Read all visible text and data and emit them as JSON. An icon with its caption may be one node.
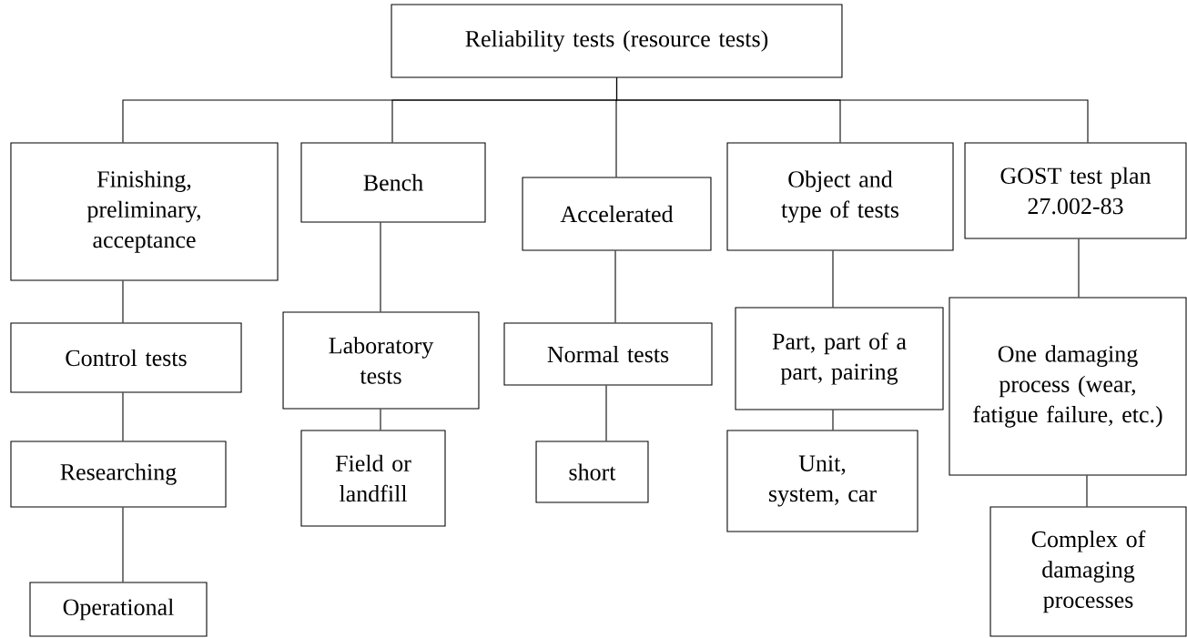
{
  "diagram": {
    "nodes": [
      {
        "text": [
          "Reliability tests (resource tests)"
        ]
      },
      {
        "text": [
          "Finishing, preliminary, acceptance"
        ]
      },
      {
        "text": [
          "Bench"
        ]
      },
      {
        "text": [
          "Accelerated"
        ]
      },
      {
        "text": [
          "Object and type of tests"
        ]
      },
      {
        "text": [
          "GOST test plan 27.002-83"
        ]
      },
      {
        "text": [
          "Control tests"
        ]
      },
      {
        "text": [
          "Researching"
        ]
      },
      {
        "text": [
          "Operational"
        ]
      },
      {
        "text": [
          "Laboratory tests"
        ]
      },
      {
        "text": [
          "Field or landfill"
        ]
      },
      {
        "text": [
          "Normal tests"
        ]
      },
      {
        "text": [
          "short"
        ]
      },
      {
        "text": [
          "Part, part of a part, pairing"
        ]
      },
      {
        "text": [
          "Unit, system, car"
        ]
      },
      {
        "text": [
          "One damaging process (wear, fatigue failure, etc.)"
        ]
      },
      {
        "text": [
          "Complex of damaging processes"
        ]
      }
    ],
    "edges": [
      {
        "from": 0,
        "to": 1,
        "arrow": "none"
      },
      {
        "from": 0,
        "to": 2,
        "arrow": "none"
      },
      {
        "from": 0,
        "to": 3,
        "arrow": "none"
      },
      {
        "from": 0,
        "to": 4,
        "arrow": "none"
      },
      {
        "from": 0,
        "to": 5,
        "arrow": "none"
      },
      {
        "from": 1,
        "to": 6,
        "arrow": "none"
      },
      {
        "from": 6,
        "to": 7,
        "arrow": "none"
      },
      {
        "from": 7,
        "to": 8,
        "arrow": "none"
      },
      {
        "from": 2,
        "to": 9,
        "arrow": "none"
      },
      {
        "from": 9,
        "to": 10,
        "arrow": "none"
      },
      {
        "from": 3,
        "to": 11,
        "arrow": "none"
      },
      {
        "from": 11,
        "to": 12,
        "arrow": "none"
      },
      {
        "from": 4,
        "to": 13,
        "arrow": "none"
      },
      {
        "from": 13,
        "to": 14,
        "arrow": "none"
      },
      {
        "from": 5,
        "to": 15,
        "arrow": "none"
      },
      {
        "from": 15,
        "to": 16,
        "arrow": "none"
      }
    ]
  }
}
